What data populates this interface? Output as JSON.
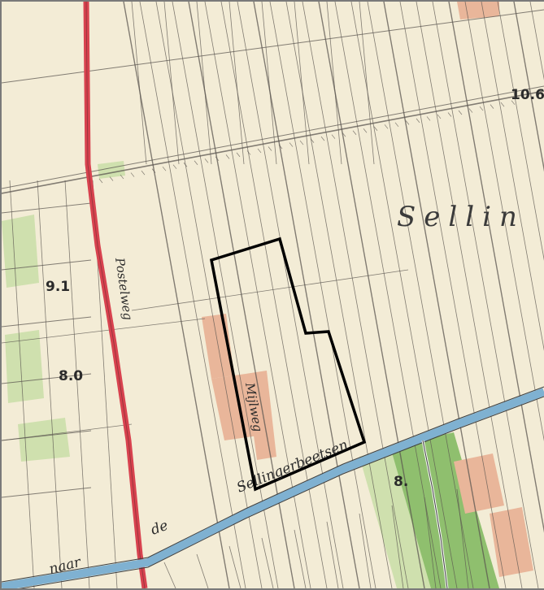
{
  "map": {
    "labels": {
      "place_name": "Sellin",
      "road_name": "Postelweg",
      "lane_name": "Mijlweg",
      "canal_name_a": "Sellingerbeetsen",
      "canal_word_de": "de",
      "canal_word_naar": "naar",
      "spot_height_1": "9.1",
      "spot_height_2": "8.0",
      "spot_height_3": "8.",
      "spot_height_4": "10.6"
    },
    "colors": {
      "paper": "#f3ecd6",
      "grid_line": "#5b5650",
      "main_road": "#d8424f",
      "canal": "#7fb1d1",
      "meadow_light": "#cfe0ae",
      "meadow_dark": "#8fbf6e",
      "built_area": "#e9b69a",
      "outline": "#000000"
    }
  }
}
